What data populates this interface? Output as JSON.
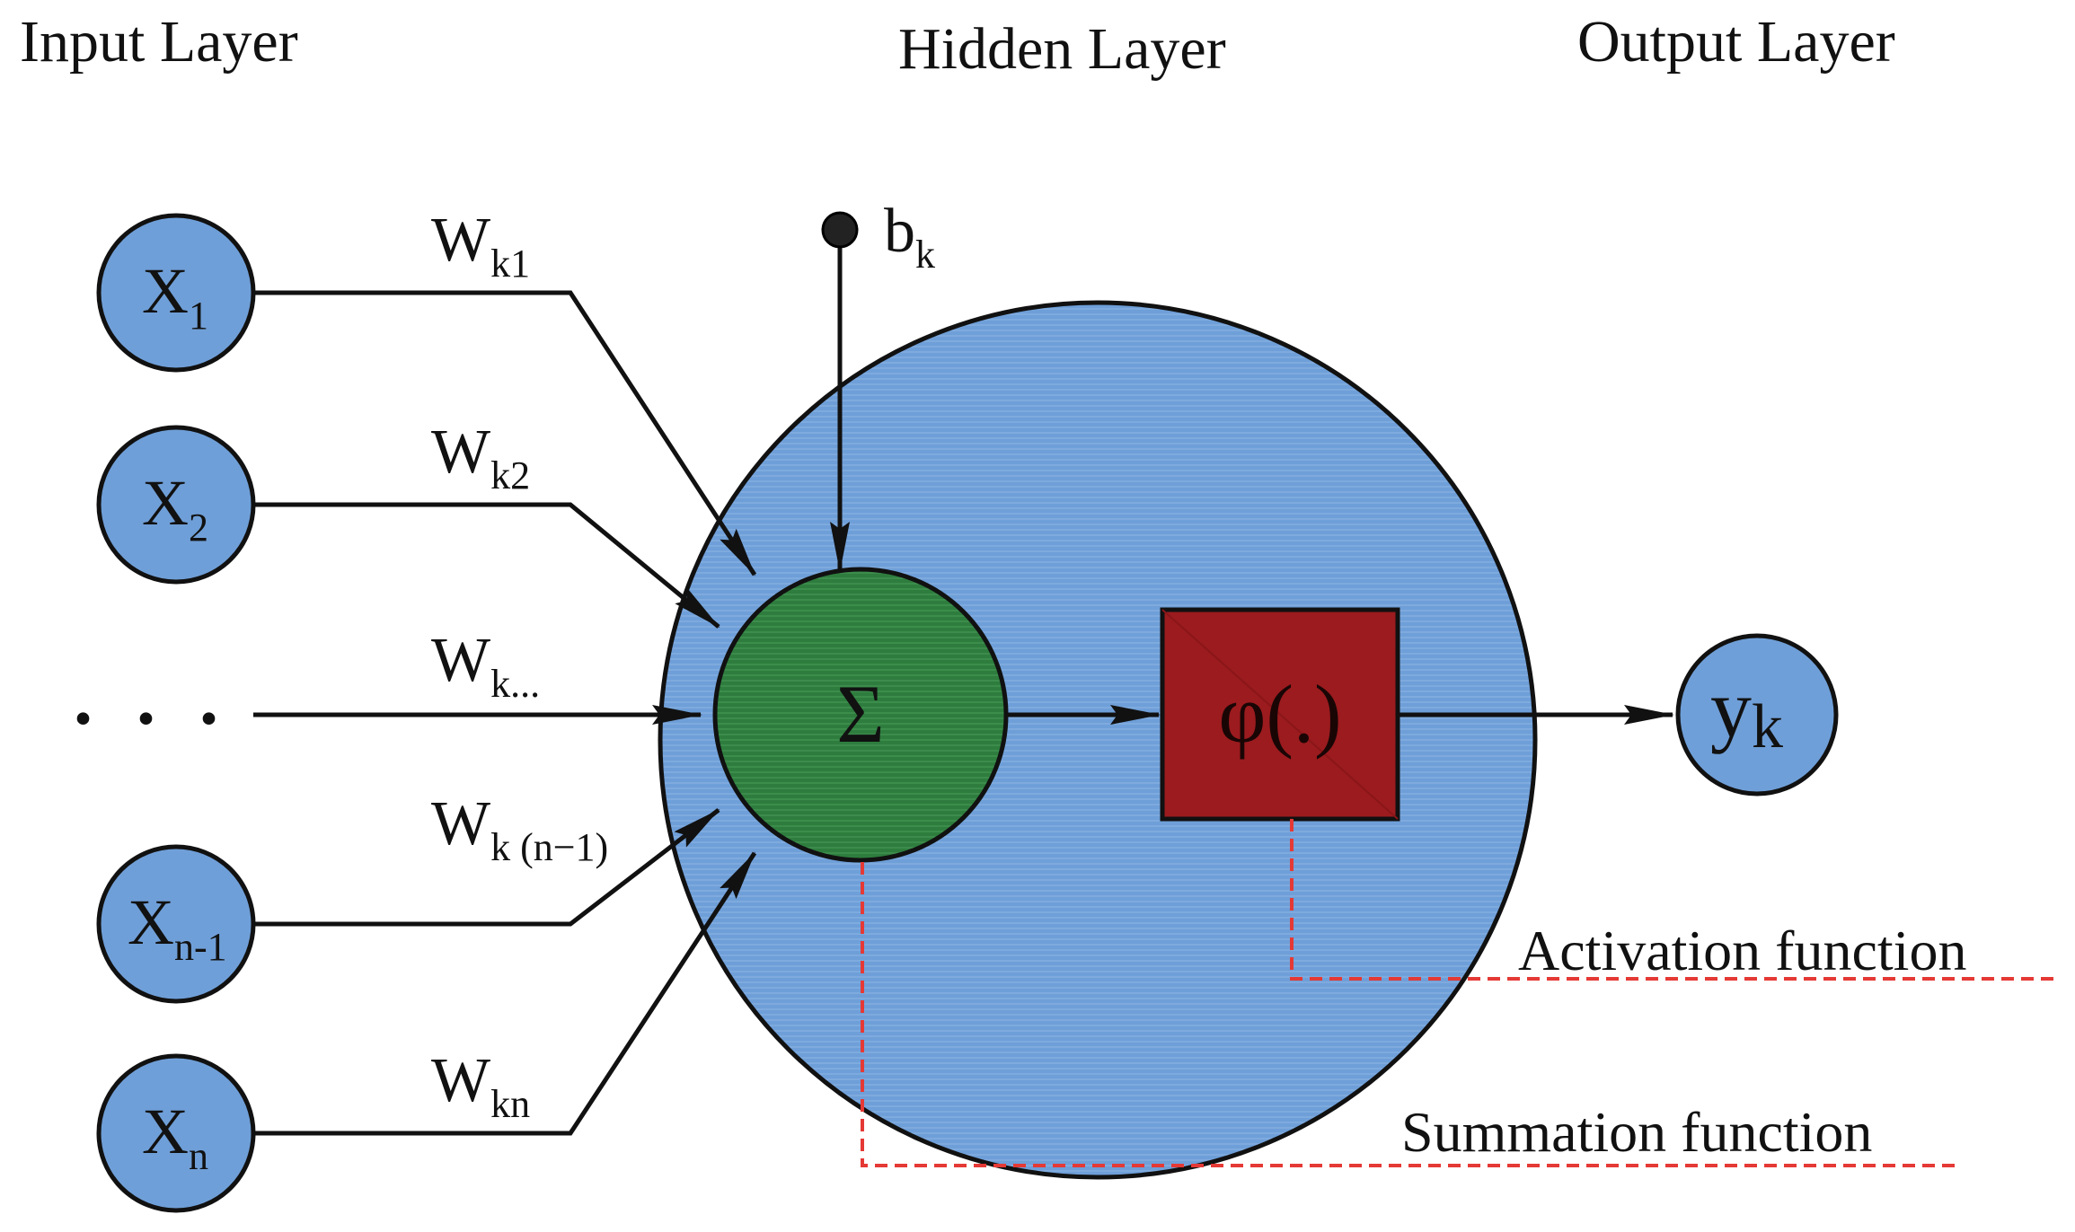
{
  "layers": {
    "input": "Input Layer",
    "hidden": "Hidden Layer",
    "output": "Output Layer"
  },
  "inputs": [
    {
      "main": "X",
      "sub": "1"
    },
    {
      "main": "X",
      "sub": "2"
    },
    {
      "main": "X",
      "sub": "n-1"
    },
    {
      "main": "X",
      "sub": "n"
    }
  ],
  "ellipsis": ". . .",
  "weights": [
    {
      "main": "W",
      "sub": "k1"
    },
    {
      "main": "W",
      "sub": "k2"
    },
    {
      "main": "W",
      "sub": "k..."
    },
    {
      "main": "W",
      "sub": "k (n−1)"
    },
    {
      "main": "W",
      "sub": "kn"
    }
  ],
  "bias": {
    "main": "b",
    "sub": "k"
  },
  "summation_symbol": "Σ",
  "activation_symbol": "φ(.)",
  "output": {
    "main": "y",
    "sub": "k"
  },
  "annotations": {
    "activation": "Activation function",
    "summation": "Summation function"
  },
  "colors": {
    "hidden_fill": "#6f9fd8",
    "node_fill": "#6f9fd8",
    "sum_fill": "#2e7d3e",
    "act_fill": "#9b1b1e",
    "dashed": "#e53935",
    "stroke": "#111111"
  }
}
